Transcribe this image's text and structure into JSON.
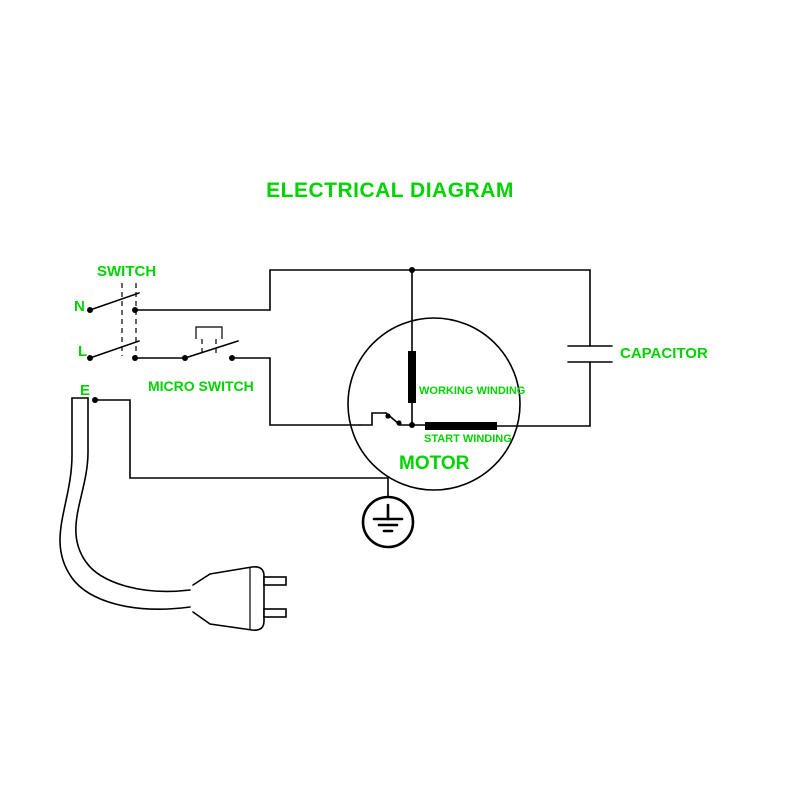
{
  "title": "ELECTRICAL DIAGRAM",
  "labels": {
    "switch": "SWITCH",
    "neutral": "N",
    "live": "L",
    "earth": "E",
    "micro_switch": "MICRO SWITCH",
    "capacitor": "CAPACITOR",
    "working_winding": "WORKING WINDING",
    "start_winding": "START WINDING",
    "motor": "MOTOR"
  },
  "colors": {
    "label_green": "#00d300",
    "line_black": "#000000",
    "background": "#ffffff"
  },
  "icons": {
    "motor": "motor-circle-symbol",
    "capacitor": "capacitor-plates-symbol",
    "earth": "earth-ground-symbol",
    "plug": "power-plug-with-cable-symbol",
    "switch": "double-pole-switch-symbol",
    "micro_switch": "micro-switch-symbol",
    "centrifugal_switch": "centrifugal-switch-symbol"
  }
}
